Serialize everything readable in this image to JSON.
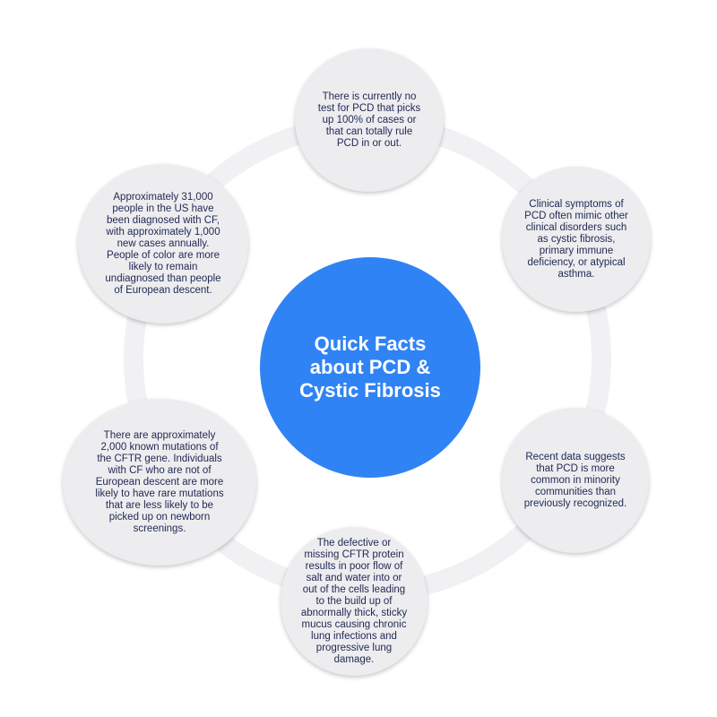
{
  "center": {
    "title": "Quick Facts about PCD & Cystic Fibrosis"
  },
  "colors": {
    "center_fill": "#3083f4",
    "fact_fill": "#ededef",
    "ring": "#f1f1f3",
    "text": "#222a55"
  },
  "facts": [
    {
      "text": "There is currently no test for PCD that picks up 100% of cases or that can totally rule PCD in or out."
    },
    {
      "text": "Clinical symptoms of PCD often mimic other clinical disorders such as cystic fibrosis, primary immune deficiency, or atypical asthma."
    },
    {
      "text": "Recent data suggests that PCD is more common in minority communities than previously recognized."
    },
    {
      "text": "The defective or missing CFTR protein results in poor flow of salt and water into or out of the cells leading to the build up of abnormally thick, sticky mucus causing chronic lung infections and progressive lung damage."
    },
    {
      "text": "There are approximately 2,000 known mutations of the CFTR gene. Individuals with CF who are not of European descent are more likely to have rare mutations that are less likely to be picked up on newborn screenings."
    },
    {
      "text": "Approximately 31,000 people in the US have been diagnosed with CF, with approximately 1,000 new cases annually. People of color are more likely to remain undiagnosed than people of European descent."
    }
  ]
}
